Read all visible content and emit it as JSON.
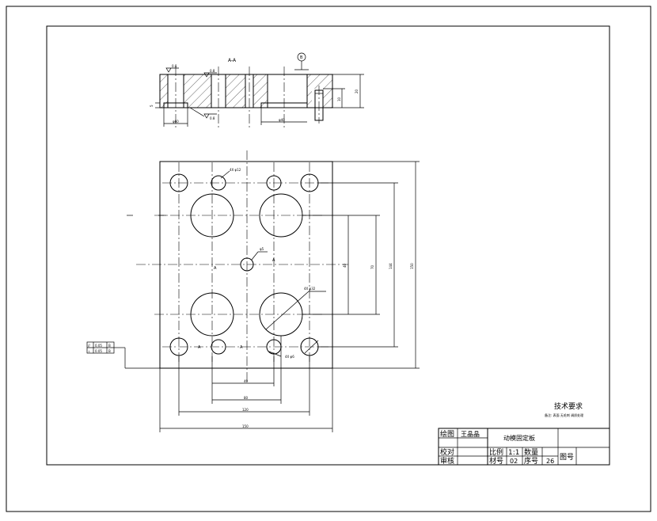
{
  "section_label": "A-A",
  "section_view": {
    "roughness": [
      "0.8",
      "0.8",
      "0.8"
    ],
    "datum": "B",
    "dims": {
      "left_bore": "φ60",
      "center_bore": "φ40",
      "thickness": "20",
      "depth": "10",
      "step": "5"
    }
  },
  "plan_view": {
    "hole_callout_top": "4X φ12",
    "hole_callout_bottom": "4X φ6",
    "large_hole_callout": "4X φ32",
    "center_hole_callout": "φ5",
    "dims": {
      "width_150": "150",
      "width_120": "120",
      "width_80": "80",
      "width_40": "40",
      "h_150": "150",
      "h_144": "144",
      "h_70": "70",
      "h_40": "40"
    },
    "section_marks": [
      "A",
      "A",
      "A",
      "A"
    ]
  },
  "tolerance_frame": {
    "rows": [
      [
        "//",
        "0.05",
        "B"
      ],
      [
        "⊥",
        "0.05",
        "B"
      ]
    ]
  },
  "tech": {
    "heading": "技术要求",
    "note": "备注: 表面 无毛刺 调质处理"
  },
  "title_block": {
    "drawn_label": "绘图",
    "drawn_name": "王晶晶",
    "part_name": "动模固定板",
    "check_label": "校对",
    "review_label": "审核",
    "scale_label": "比例",
    "scale_value": "1:1",
    "qty_label": "数量",
    "material_label": "材号",
    "material_value": "02",
    "seq_label": "序号",
    "seq_value": "26",
    "drawing_no_label": "图号"
  }
}
